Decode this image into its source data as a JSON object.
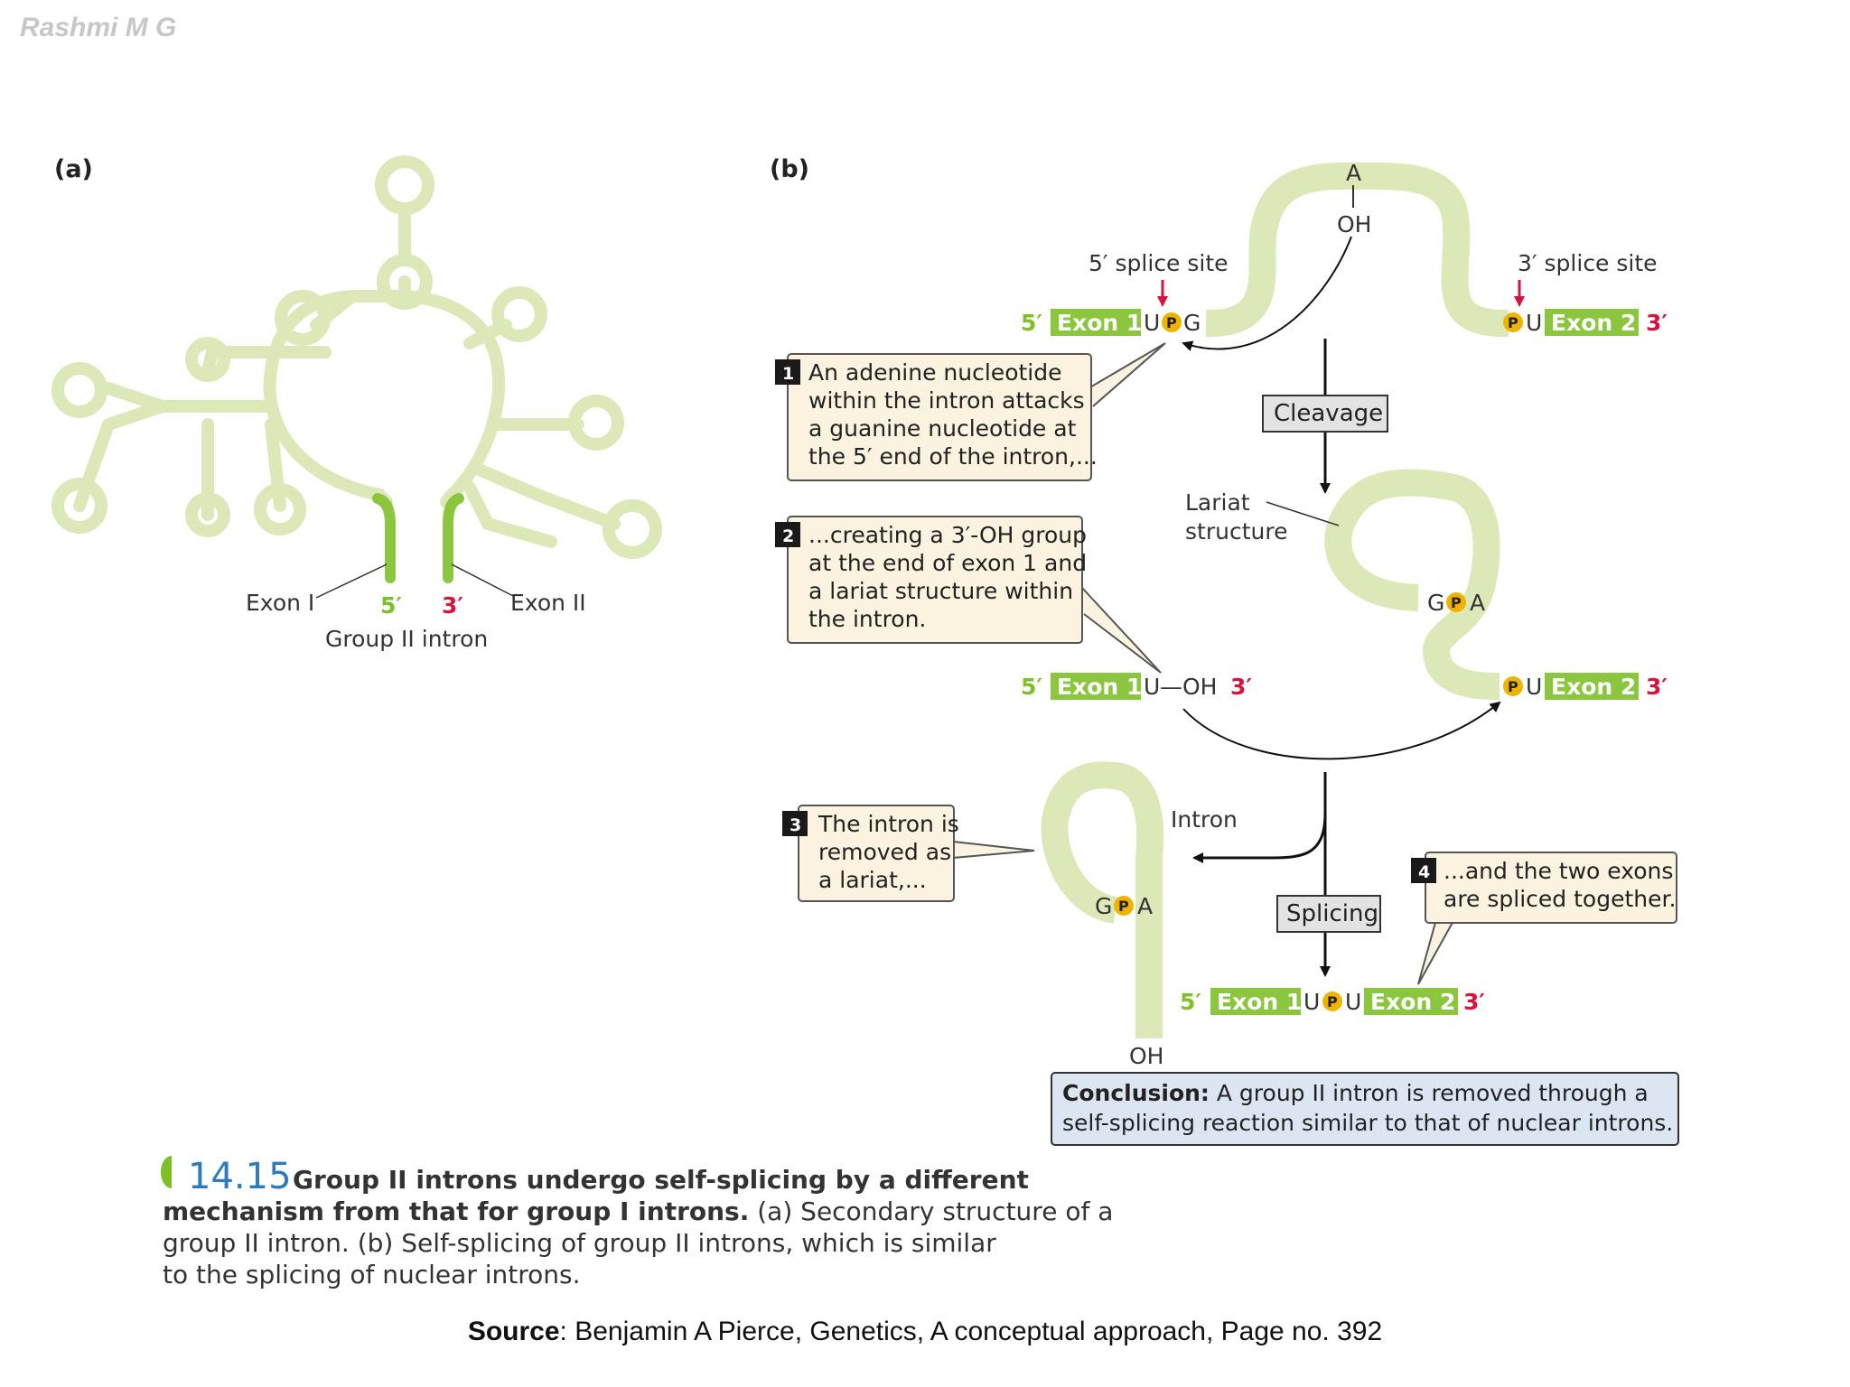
{
  "author": "Rashmi M G",
  "panel_a": {
    "label": "(a)",
    "exon1": "Exon I",
    "exon2": "Exon II",
    "five": "5′",
    "three": "3′",
    "title": "Group II intron"
  },
  "panel_b": {
    "label": "(b)",
    "site5": "5′ splice site",
    "site3": "3′ splice site",
    "A": "A",
    "OH": "OH",
    "five": "5′",
    "three": "3′",
    "exon1": "Exon 1",
    "exon2": "Exon 2",
    "U": "U",
    "G": "G",
    "P": "P",
    "uoh": "—OH",
    "cleavage": "Cleavage",
    "splicing": "Splicing",
    "lariat1": "Lariat",
    "lariat2": "structure",
    "intron": "Intron",
    "GPA_G": "G",
    "GPA_A": "A",
    "step1": {
      "num": "1",
      "lines": [
        "An adenine nucleotide",
        "within the intron attacks",
        "a guanine nucleotide at",
        "the 5′ end of the intron,..."
      ]
    },
    "step2": {
      "num": "2",
      "lines": [
        "...creating a 3′-OH group",
        "at the end of exon 1 and",
        "a lariat structure within",
        "the intron."
      ]
    },
    "step3": {
      "num": "3",
      "lines": [
        "The intron is",
        "removed as",
        "a lariat,..."
      ]
    },
    "step4": {
      "num": "4",
      "lines": [
        "...and the two exons",
        "are spliced together."
      ]
    },
    "conclusion": {
      "bold": "Conclusion:",
      "line1": " A group II intron is removed through a",
      "line2": "self-splicing reaction similar to that of nuclear introns."
    }
  },
  "caption": {
    "number": "14.15",
    "bold1": "Group II introns undergo self-splicing by a different",
    "bold2": "mechanism from that for group I introns.",
    "rest2": " (a) Secondary structure of a",
    "line3": "group II intron. (b) Self-splicing of group II introns, which is similar",
    "line4": "to the splicing of nuclear introns."
  },
  "source": {
    "bold": "Source",
    "text": ": Benjamin A Pierce, Genetics, A conceptual approach, Page no. 392"
  },
  "colors": {
    "rna": "#dce8b8",
    "exon": "#8cc63f",
    "exon_red": "#d8133d",
    "phosphate": "#f0b400",
    "callout": "#fbf3df",
    "conclusion": "#dce6f2"
  }
}
